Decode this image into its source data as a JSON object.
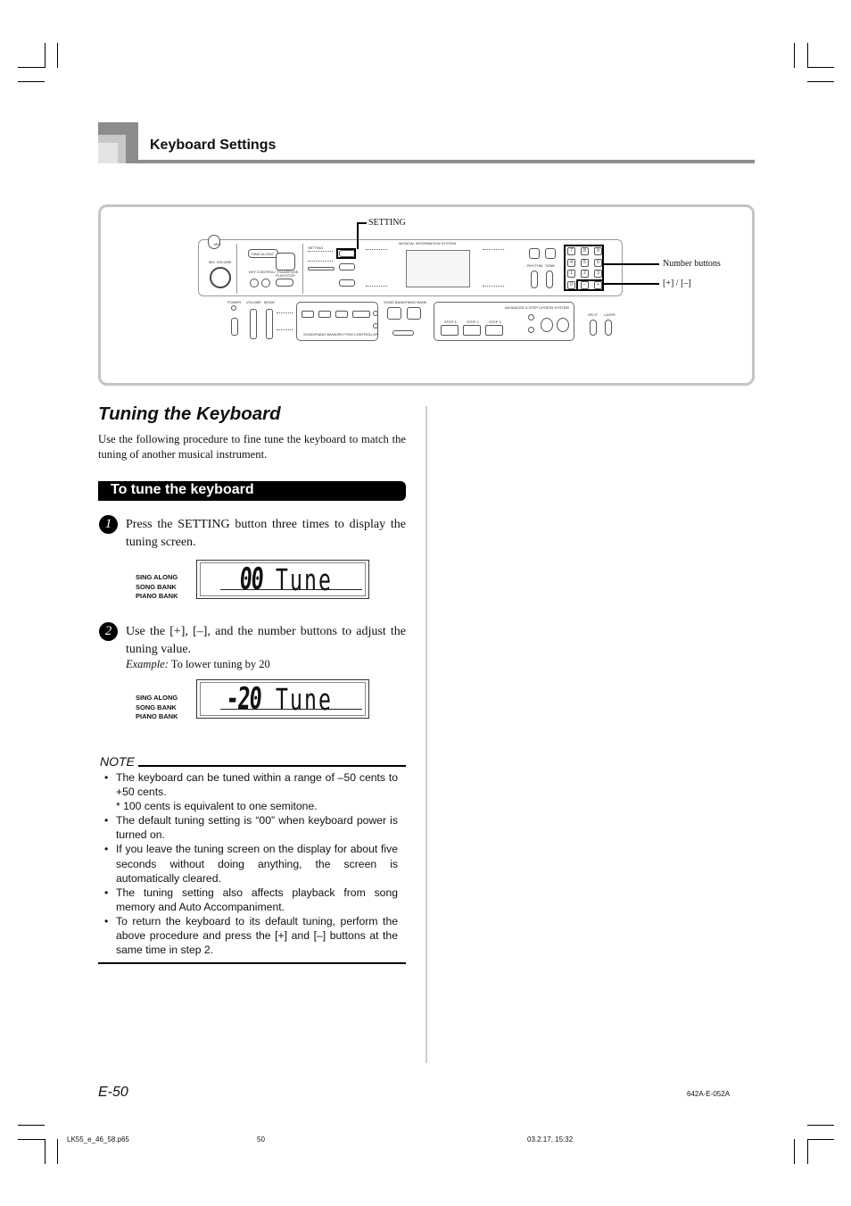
{
  "header": {
    "title": "Keyboard Settings"
  },
  "figure": {
    "callouts": {
      "setting": "SETTING",
      "number_buttons": "Number buttons",
      "plus_minus": "[+] / [–]"
    },
    "panel_labels": {
      "mic": "MIC",
      "mic_volume": "MIC VOLUME",
      "sing_along": "SING ALONG",
      "key_control": "KEY CONTROL/ TRANSPOSE",
      "play_stop": "PLAY/STOP",
      "setting": "SETTING",
      "display_name": "MUSICAL INFORMATION SYSTEM",
      "rhythm": "RHYTHM",
      "tone": "TONE",
      "power": "POWER",
      "volume": "VOLUME",
      "mode": "MODE",
      "song_bank": "SONG BANK",
      "piano_bank": "PIANO BANK",
      "split": "SPLIT",
      "layer": "LAYER",
      "step1": "STEP 1",
      "step2": "STEP 2",
      "step3": "STEP 3",
      "lesson_system": "ADVANCED 3-STEP LESSON SYSTEM",
      "controller": "SONG/PIANO BANK/RHYTHM CONTROLLER"
    },
    "number_keys": [
      "7",
      "8",
      "9",
      "4",
      "5",
      "6",
      "1",
      "2",
      "3",
      "0",
      "–",
      "+"
    ]
  },
  "section": {
    "title": "Tuning the Keyboard",
    "intro": "Use the following procedure to fine tune the keyboard to match the tuning of another musical instrument.",
    "subsection_title": "To tune the keyboard"
  },
  "steps": [
    {
      "number": "1",
      "text": "Press the SETTING button three times to display the tuning screen."
    },
    {
      "number": "2",
      "text": "Use the [+], [–], and the number buttons to adjust the tuning value."
    }
  ],
  "example": {
    "label": "Example:",
    "text": " To lower tuning by 20"
  },
  "displays": [
    {
      "labels": [
        "SING ALONG",
        "SONG BANK",
        "PIANO BANK"
      ],
      "value": "00",
      "word": "Tune"
    },
    {
      "labels": [
        "SING ALONG",
        "SONG BANK",
        "PIANO BANK"
      ],
      "value": "-20",
      "word": "Tune"
    }
  ],
  "note": {
    "title": "NOTE",
    "items": [
      "The keyboard can be tuned within a range of –50 cents to +50 cents.",
      "* 100 cents is equivalent to one semitone.",
      "The default tuning setting is “00” when keyboard power is turned on.",
      "If you leave the tuning screen on the display for about five seconds without doing anything, the screen is automatically cleared.",
      "The tuning setting also affects playback from song memory and Auto Accompaniment.",
      "To return the keyboard to its default tuning, perform the above procedure and press the [+] and [–] buttons at the same time in step 2."
    ]
  },
  "footer": {
    "page": "E-50",
    "code": "642A-E-052A",
    "file": "LK55_e_46_58.p65",
    "page_small": "50",
    "date": "03.2.17, 15:32"
  }
}
